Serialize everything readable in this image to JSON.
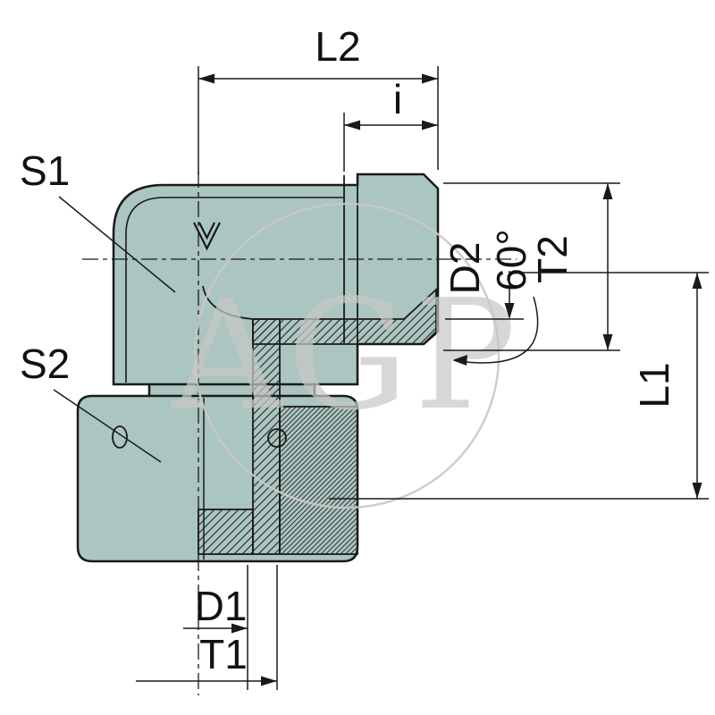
{
  "watermark": {
    "text": "AGP"
  },
  "dimensions": {
    "l2": "L2",
    "i": "i",
    "s1": "S1",
    "s2": "S2",
    "d2": "D2",
    "cone_angle": "60°",
    "t2": "T2",
    "l1": "L1",
    "d1": "D1",
    "t1": "T1"
  },
  "colors": {
    "body_fill": "#abc5c0",
    "outline": "#1a1a1a",
    "watermark_gray": "#c8c8c8",
    "background": "#ffffff"
  }
}
